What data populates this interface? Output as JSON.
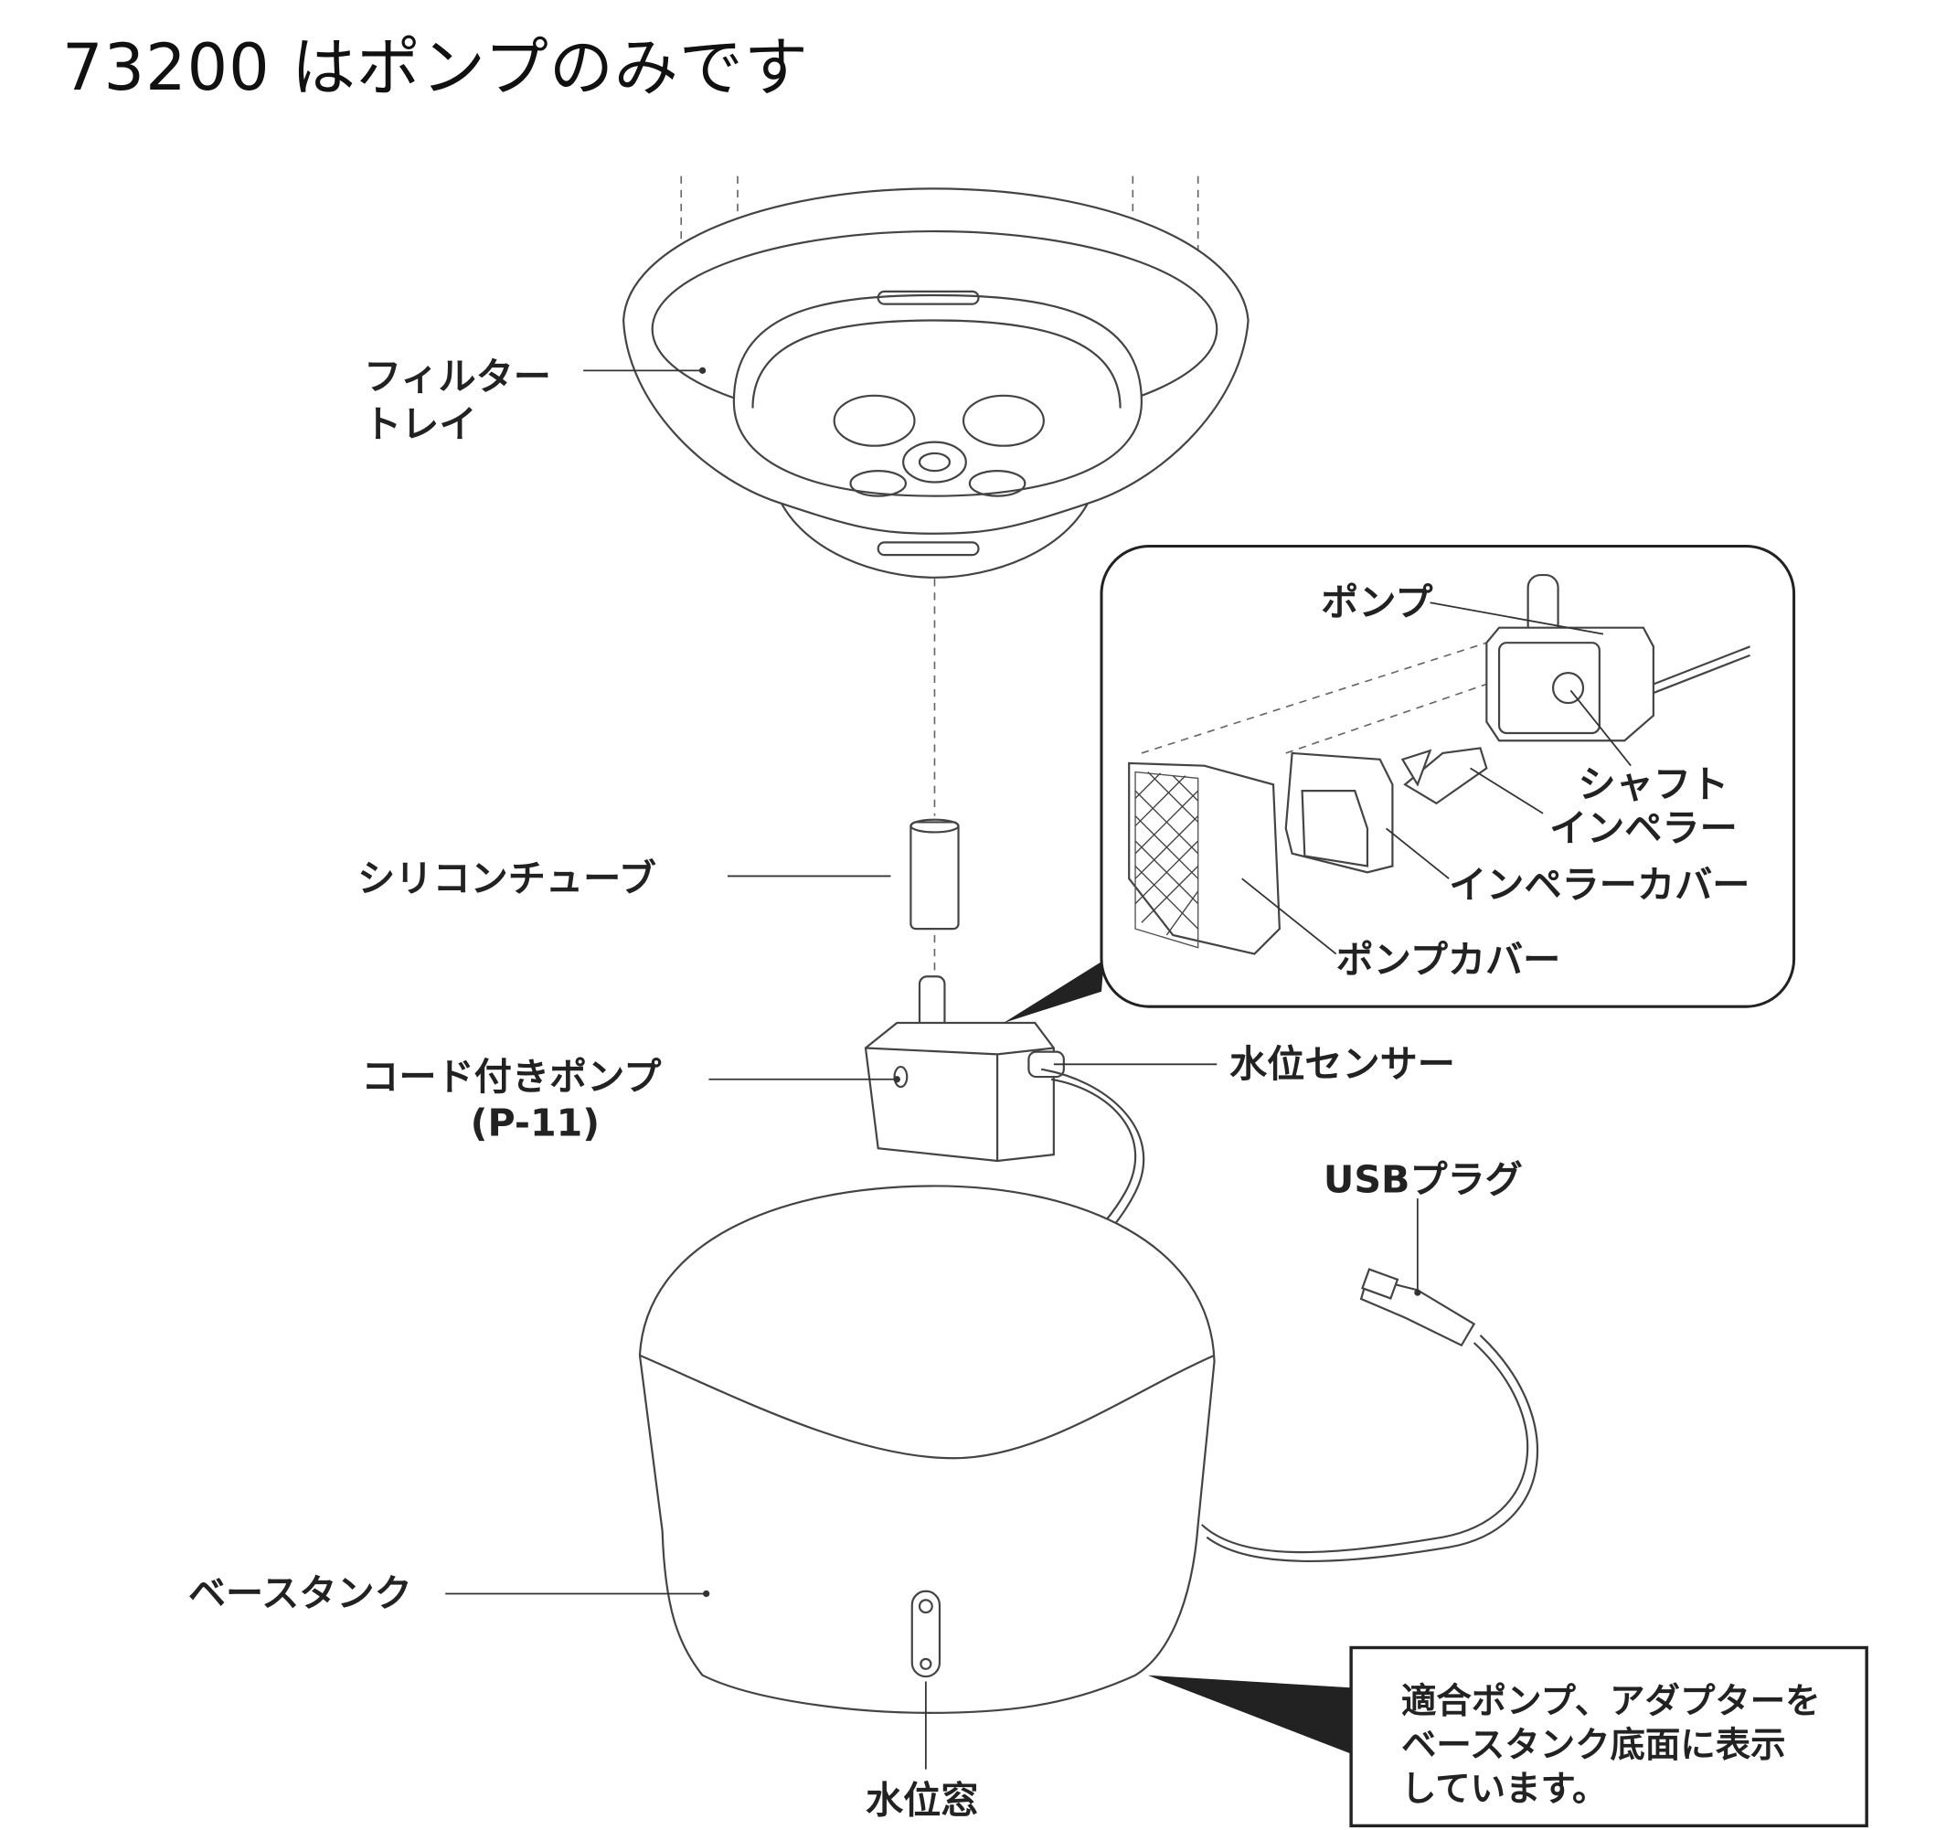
{
  "title": "73200 はポンプのみです",
  "labels": {
    "filter_tray_line1": "フィルター",
    "filter_tray_line2": "トレイ",
    "silicone_tube": "シリコンチューブ",
    "corded_pump_line1": "コード付きポンプ",
    "corded_pump_line2": "(P-11)",
    "water_sensor": "水位センサー",
    "usb_plug": "USBプラグ",
    "base_tank": "ベースタンク",
    "water_window": "水位窓"
  },
  "inset": {
    "pump": "ポンプ",
    "shaft": "シャフト",
    "impeller": "インペラー",
    "impeller_cover": "インペラーカバー",
    "pump_cover": "ポンプカバー"
  },
  "note": {
    "line1": "適合ポンプ、アダプターを",
    "line2": "ベースタンク底面に表示",
    "line3": "しています。"
  }
}
